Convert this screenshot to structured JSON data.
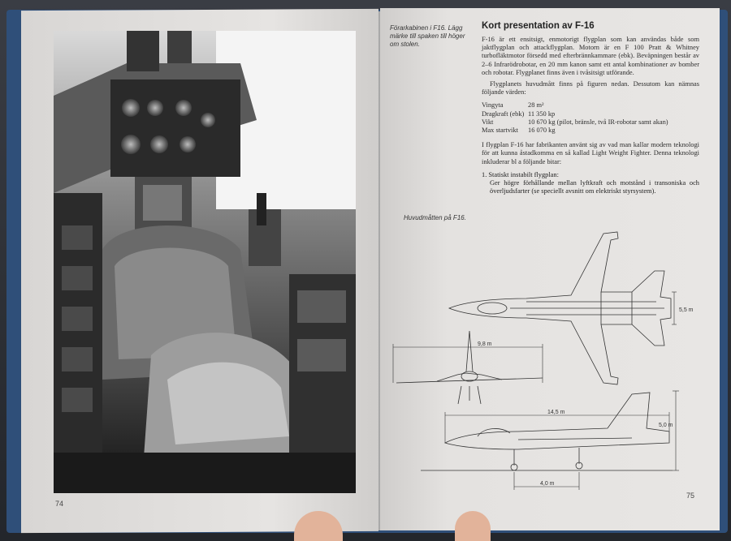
{
  "left_page": {
    "page_number": "74"
  },
  "right_page": {
    "page_number": "75",
    "cockpit_caption": "Förarkabinen i F16. Lägg märke till spaken till höger om stolen.",
    "drawing_caption": "Huvudmåtten på F16.",
    "title": "Kort presentation av F-16",
    "paragraphs": [
      "F-16 är ett ensitsigt, enmotorigt flygplan som kan användas både som jaktflygplan och attackflygplan. Motorn är en F 100 Pratt & Whitney turbofläktmotor försedd med efterbrännkammare (ebk). Beväpningen består av 2–6 Infrarödrobotar, en 20 mm kanon samt ett antal kombinationer av bomber och robotar. Flygplanet finns även i tvåsitsigt utförande.",
      "Flygplanets huvudmått finns på figuren nedan. Dessutom kan nämnas följande värden:"
    ],
    "specs": [
      {
        "label": "Vingyta",
        "value": "28 m²"
      },
      {
        "label": "Dragkraft (ebk)",
        "value": "11 350 kp"
      },
      {
        "label": "Vikt",
        "value": "10 670 kg (pilot, bränsle, två IR-robotar samt akan)"
      },
      {
        "label": "Max startvikt",
        "value": "16 070 kg"
      }
    ],
    "paragraph_after_specs": "I flygplan F-16 har fabrikanten använt sig av vad man kallar modern teknologi för att kunna åstadkomma en så kallad Light Weight Fighter. Denna teknologi inkluderar bl a följande bitar:",
    "list": [
      {
        "heading": "1. Statiskt instabilt flygplan:",
        "body": "Ger högre förhållande mellan lyftkraft och motstånd i transoniska och överljudsfarter (se speciellt avsnitt om elektriskt styrsystem)."
      }
    ],
    "dimensions": {
      "span": "9,8 m",
      "length": "14,5 m",
      "height": "5,0 m",
      "tailplane_span": "5,5 m",
      "wheelbase": "4,0 m"
    }
  }
}
